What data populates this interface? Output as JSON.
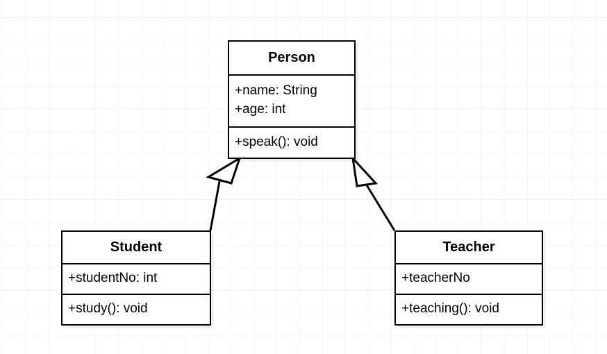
{
  "diagram": {
    "type": "uml-class-diagram",
    "background_color": "#ffffff",
    "grid_color": "#f2f2f2",
    "line_color": "#000000",
    "classes": [
      {
        "id": "person",
        "name": "Person",
        "role": "superclass",
        "attributes": [
          "+name: String",
          "+age: int"
        ],
        "methods": [
          "+speak(): void"
        ]
      },
      {
        "id": "student",
        "name": "Student",
        "role": "subclass",
        "attributes": [
          "+studentNo: int"
        ],
        "methods": [
          "+study(): void"
        ]
      },
      {
        "id": "teacher",
        "name": "Teacher",
        "role": "subclass",
        "attributes": [
          "+teacherNo"
        ],
        "methods": [
          "+teaching(): void"
        ]
      }
    ],
    "relationships": [
      {
        "id": "student-extends-person",
        "kind": "generalization",
        "from": "Student",
        "to": "Person",
        "arrowhead": "hollow-triangle"
      },
      {
        "id": "teacher-extends-person",
        "kind": "generalization",
        "from": "Teacher",
        "to": "Person",
        "arrowhead": "hollow-triangle"
      }
    ]
  }
}
